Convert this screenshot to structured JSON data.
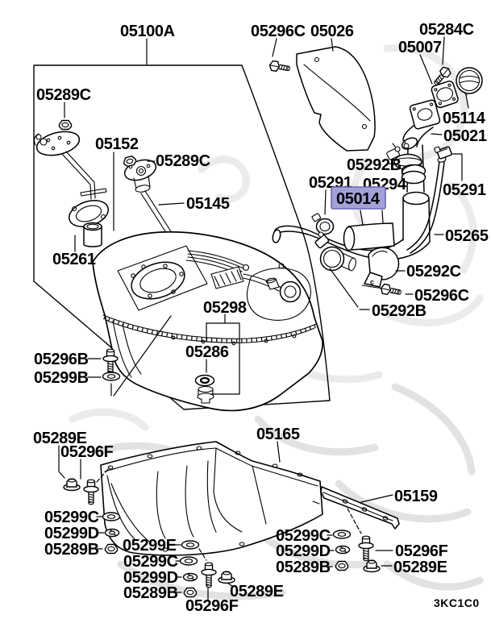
{
  "diagram": {
    "code": "3KC1C0",
    "background": "#ffffff",
    "line_color": "#000000",
    "watermark_color": "#ebebeb"
  },
  "highlight": {
    "part": "05014",
    "fill": "#a2a2d8",
    "border": "#6868b0",
    "text_color": "#1a1a78"
  },
  "clamp_mark": "c",
  "labels": {
    "l05100A": "05100A",
    "l05289C_a": "05289C",
    "l05152": "05152",
    "l05289C_b": "05289C",
    "l05145": "05145",
    "l05261": "05261",
    "l05296C_a": "05296C",
    "l05026": "05026",
    "l05284C": "05284C",
    "l05007": "05007",
    "l05114": "05114",
    "l05021": "05021",
    "l05292B_a": "05292B",
    "l05291_a": "05291",
    "l05294": "05294",
    "l05291_b": "05291",
    "l05265": "05265",
    "l05292C": "05292C",
    "l05296C_b": "05296C",
    "l05292B_b": "05292B",
    "l05298": "05298",
    "l05286": "05286",
    "l05296B": "05296B",
    "l05299B": "05299B",
    "l05289E_a": "05289E",
    "l05296F_a": "05296F",
    "l05165": "05165",
    "l05159": "05159",
    "l05299C_a": "05299C",
    "l05299D_a": "05299D",
    "l05289B_a": "05289B",
    "l05299E": "05299E",
    "l05299C_b": "05299C",
    "l05299D_b": "05299D",
    "l05289B_b": "05289B",
    "l05296F_b": "05296F",
    "l05289E_b": "05289E",
    "l05299C_c": "05299C",
    "l05299D_c": "05299D",
    "l05296F_c": "05296F",
    "l05289B_c": "05289B",
    "l05289E_c": "05289E"
  }
}
